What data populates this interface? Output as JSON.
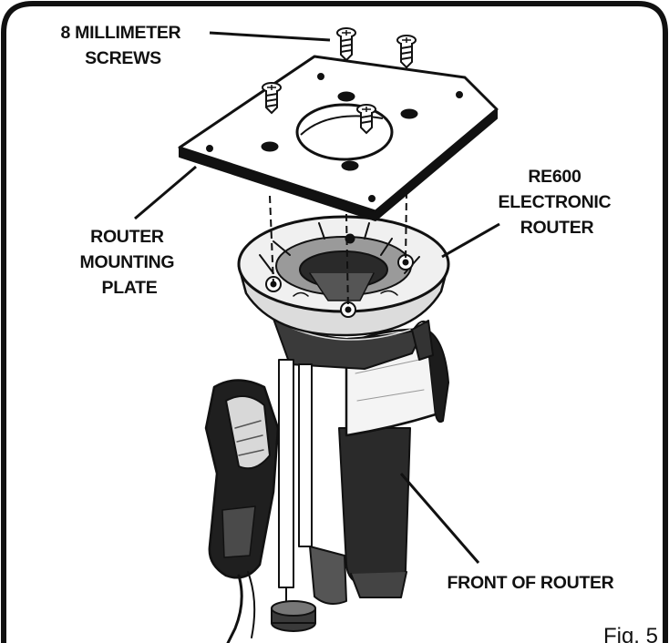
{
  "figure_label": "Fig. 5",
  "callouts": {
    "screws": [
      "8 MILLIMETER",
      "SCREWS"
    ],
    "plate": [
      "ROUTER",
      "MOUNTING",
      "PLATE"
    ],
    "router": [
      "RE600",
      "ELECTRONIC",
      "ROUTER"
    ],
    "front": "FRONT OF ROUTER"
  },
  "colors": {
    "ink": "#111111",
    "paper": "#ffffff",
    "shade": "#2a2a2a"
  }
}
